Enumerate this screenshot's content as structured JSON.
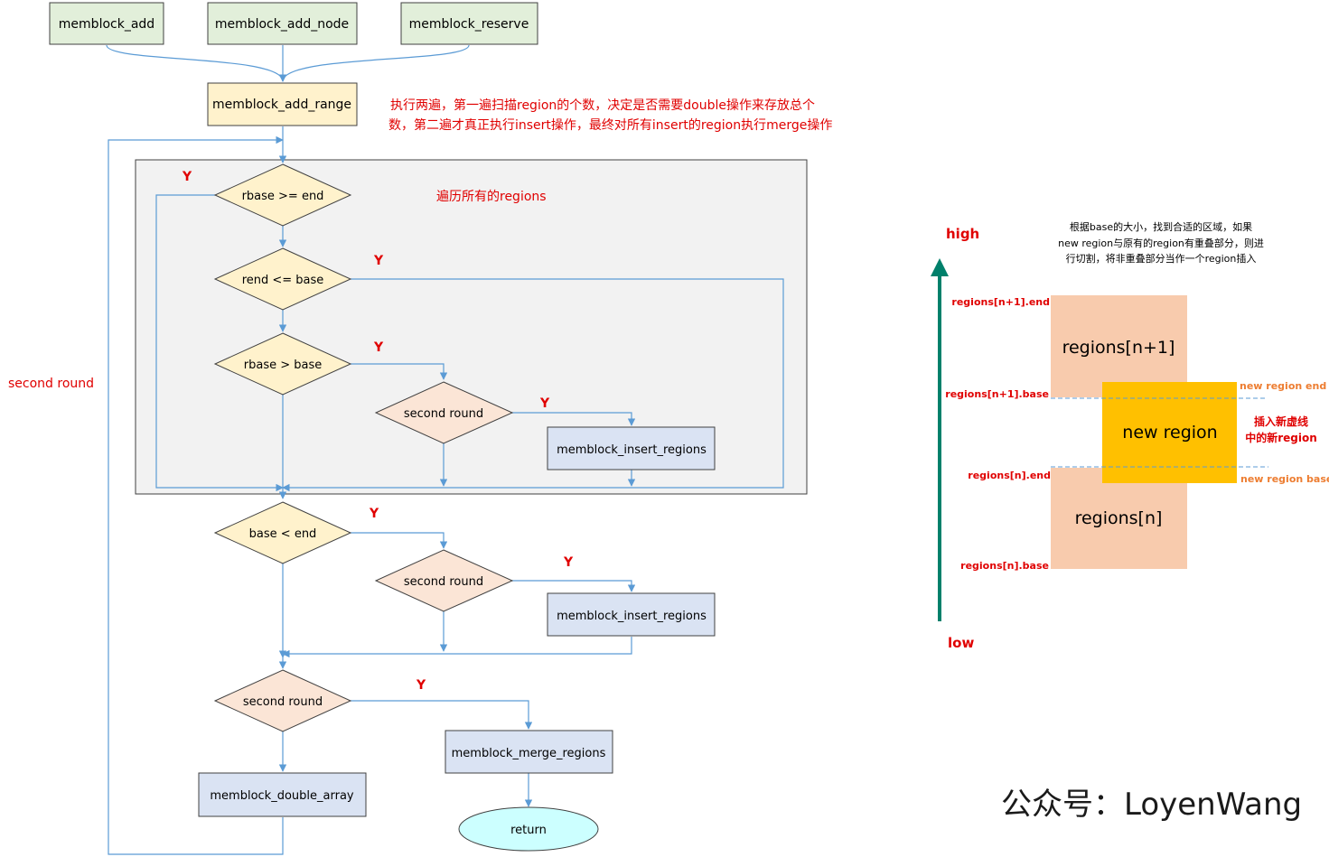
{
  "top_inputs": [
    "memblock_add",
    "memblock_add_node",
    "memblock_reserve"
  ],
  "add_range": "memblock_add_range",
  "note": [
    "执行两遍，第一遍扫描region的个数，决定是否需要double操作来存放总个",
    "数，第二遍才真正执行insert操作，最终对所有insert的region执行merge操作"
  ],
  "loop_label": "遍历所有的regions",
  "left_label": "second round",
  "yes": "Y",
  "cond": {
    "rbase_ge_end": "rbase >= end",
    "rend_le_base": "rend <= base",
    "rbase_gt_base": "rbase > base",
    "base_lt_end": "base < end",
    "second_round": "second round"
  },
  "proc": {
    "insert": "memblock_insert_regions",
    "merge": "memblock_merge_regions",
    "double": "memblock_double_array",
    "ret": "return"
  },
  "side": {
    "title": [
      "根据base的大小，找到合适的区域，如果",
      "new region与原有的region有重叠部分，则进",
      "行切割，将非重叠部分当作一个region插入"
    ],
    "high": "high",
    "low": "low",
    "upper_region": "regions[n+1]",
    "lower_region": "regions[n]",
    "new_region": "new region",
    "upper_end": "regions[n+1].end",
    "upper_base": "regions[n+1].base",
    "lower_end": "regions[n].end",
    "lower_base": "regions[n].base",
    "new_end": "new region end",
    "new_base": "new region base",
    "insert_note": [
      "插入新虚线",
      "中的新region"
    ]
  },
  "watermark": "公众号：LoyenWang",
  "colors": {
    "flow_line": "#5b9bd5",
    "note_red": "#e00000",
    "green_box": "#e2efda",
    "yellow_box": "#fff2cc",
    "peach": "#fbe5d6",
    "blue_box": "#dae3f3",
    "cyan": "#ccffff",
    "region_fill": "#f8cbad",
    "new_region_fill": "#ffc000",
    "orange_label": "#ed7d31",
    "axis_green": "#00806b"
  }
}
